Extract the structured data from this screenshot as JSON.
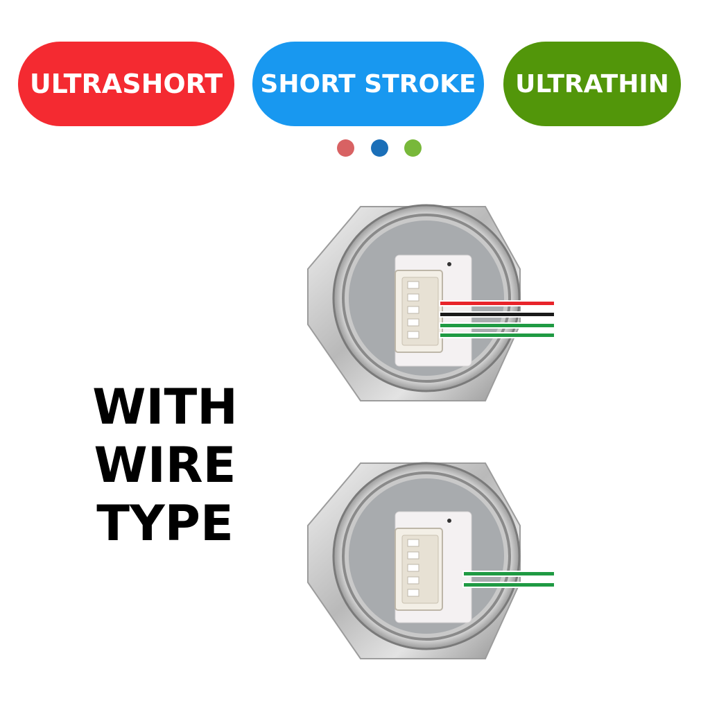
{
  "badges": [
    {
      "label": "ULTRASHORT",
      "color": "#f42a31"
    },
    {
      "label": "SHORT STROKE",
      "color": "#1898f0"
    },
    {
      "label": "ULTRATHIN",
      "color": "#52960a"
    }
  ],
  "indicator_dots": [
    "#d86263",
    "#1b6fb8",
    "#78b83a"
  ],
  "headline": {
    "line1": "WITH WIRE",
    "line2": "TYPE"
  },
  "products": [
    {
      "name": "switch-with-four-wires",
      "wire_colors": [
        "#e8242a",
        "#1a1a1a",
        "#1f9a43",
        "#1f9a43"
      ]
    },
    {
      "name": "switch-with-two-wires",
      "wire_colors": [
        "#1f9a43",
        "#1f9a43"
      ]
    }
  ]
}
